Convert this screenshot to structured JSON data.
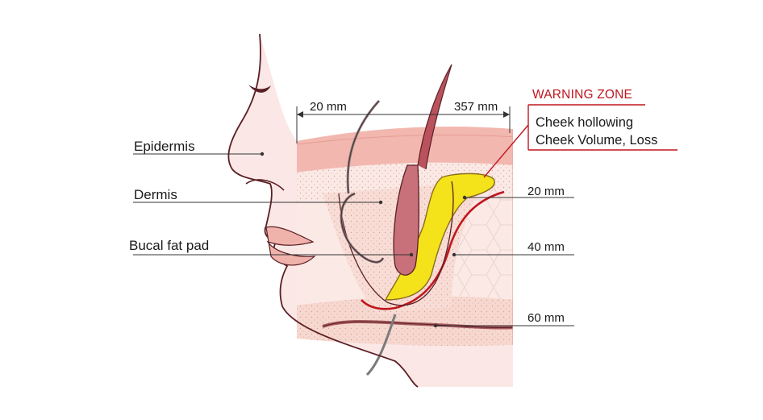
{
  "labels": {
    "epidermis": "Epidermis",
    "dermis": "Dermis",
    "bucal_fat_pad": "Bucal fat pad",
    "measure_top_left": "20 mm",
    "measure_top_right": "357 mm",
    "measure_20": "20 mm",
    "measure_40": "40 mm",
    "measure_60": "60 mm"
  },
  "warning": {
    "title": "WARNING ZONE",
    "line1": "Cheek hollowing",
    "line2": "Cheek Volume, Loss"
  },
  "colors": {
    "warning_red": "#c0161e",
    "fat_pad_yellow": "#f4e21a",
    "skin_pink": "#f6c9c4",
    "outline": "#5a1f25"
  }
}
